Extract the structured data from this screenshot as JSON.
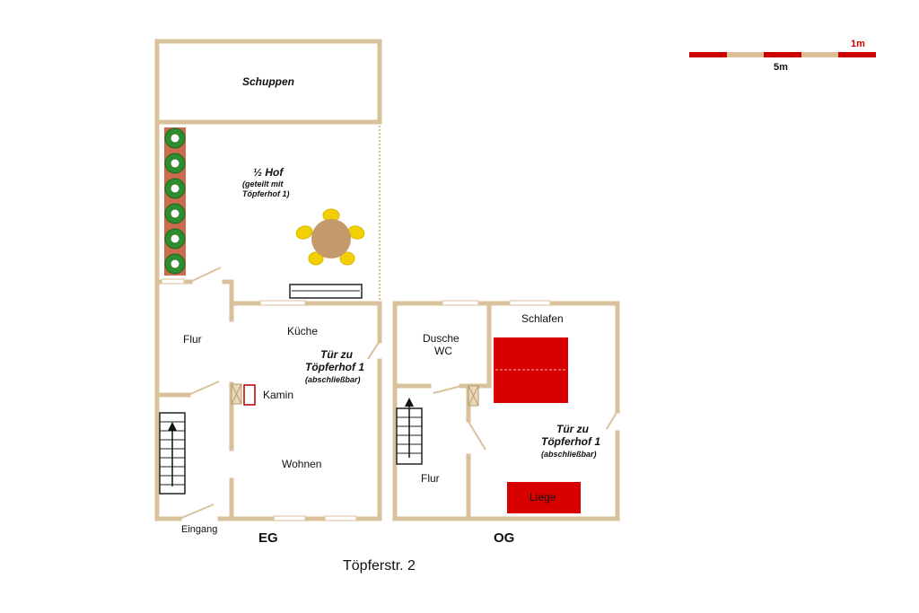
{
  "scale": {
    "label_1m": "1m",
    "label_5m": "5m",
    "red": "#cc0000",
    "tan": "#d9c29b"
  },
  "rooms": {
    "schuppen": "Schuppen",
    "hof_title": "½ Hof",
    "hof_note_1": "(geteilt mit",
    "hof_note_2": "Töpferhof 1)",
    "flur_eg": "Flur",
    "kueche": "Küche",
    "tuer_eg_1": "Tür zu",
    "tuer_eg_2": "Töpferhof 1",
    "tuer_eg_3": "(abschließbar)",
    "kamin": "Kamin",
    "wohnen": "Wohnen",
    "eingang": "Eingang",
    "dusche_1": "Dusche",
    "dusche_2": "WC",
    "schlafen": "Schlafen",
    "tuer_og_1": "Tür zu",
    "tuer_og_2": "Töpferhof 1",
    "tuer_og_3": "(abschließbar)",
    "flur_og": "Flur",
    "liege": "Liege"
  },
  "floors": {
    "eg": "EG",
    "og": "OG"
  },
  "address": "Töpferstr. 2",
  "colors": {
    "wall": "#d9c29b",
    "bed": "#d90000",
    "plant": "#2e8b2e",
    "table": "#c49a6c",
    "chair": "#f2d000"
  },
  "icons": [
    "stair-arrow-icon",
    "fireplace-icon",
    "plant-icon",
    "table-icon",
    "chair-icon"
  ]
}
